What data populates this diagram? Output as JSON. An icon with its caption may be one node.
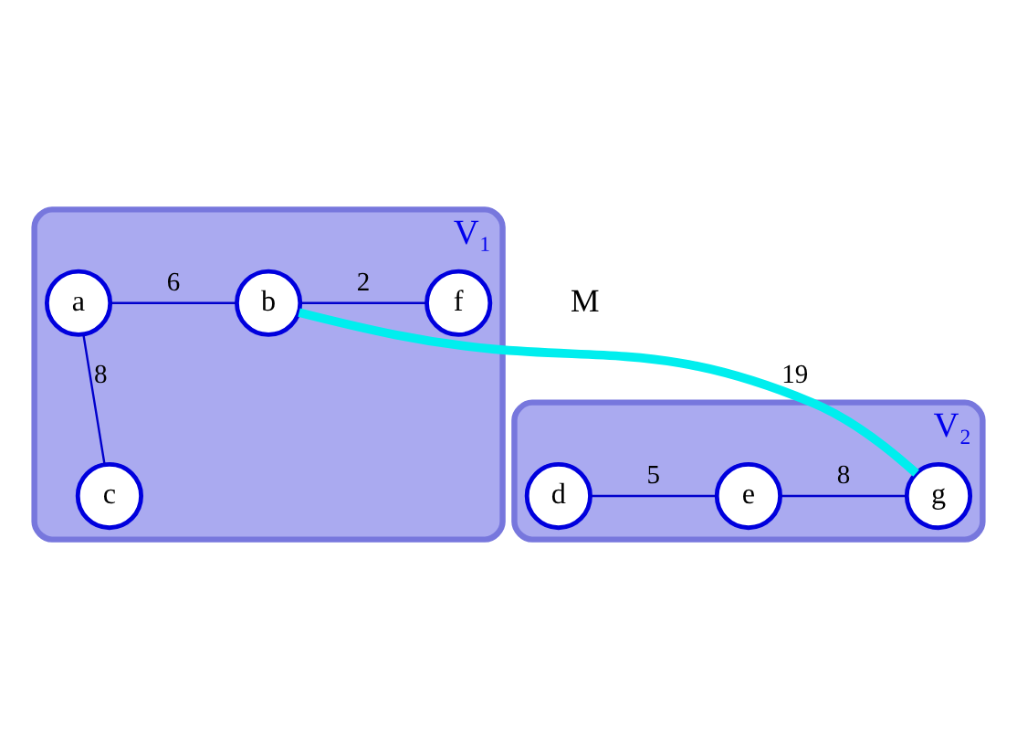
{
  "diagram": {
    "nodes": [
      {
        "text": [
          "V₁"
        ]
      },
      {
        "text": [
          "a"
        ],
        "in": 0
      },
      {
        "text": [
          "b"
        ],
        "in": 0
      },
      {
        "text": [
          "f"
        ],
        "in": 0
      },
      {
        "text": [
          "c"
        ],
        "in": 0
      },
      {
        "text": [
          "V₂"
        ]
      },
      {
        "text": [
          "d"
        ],
        "in": 5
      },
      {
        "text": [
          "e"
        ],
        "in": 5
      },
      {
        "text": [
          "g"
        ],
        "in": 5
      }
    ],
    "edges": [
      {
        "from": 1,
        "to": 2,
        "arrow": "none",
        "label": "6"
      },
      {
        "from": 2,
        "to": 3,
        "arrow": "none",
        "label": "2"
      },
      {
        "from": 1,
        "to": 4,
        "arrow": "none",
        "label": "8"
      },
      {
        "from": 2,
        "to": 8,
        "arrow": "none",
        "label": "19",
        "style": "thick",
        "color": "#00eeee"
      },
      {
        "from": 6,
        "to": 7,
        "arrow": "none",
        "label": "5"
      },
      {
        "from": 7,
        "to": 8,
        "arrow": "none",
        "label": "8"
      }
    ],
    "labels": [
      "M"
    ]
  }
}
